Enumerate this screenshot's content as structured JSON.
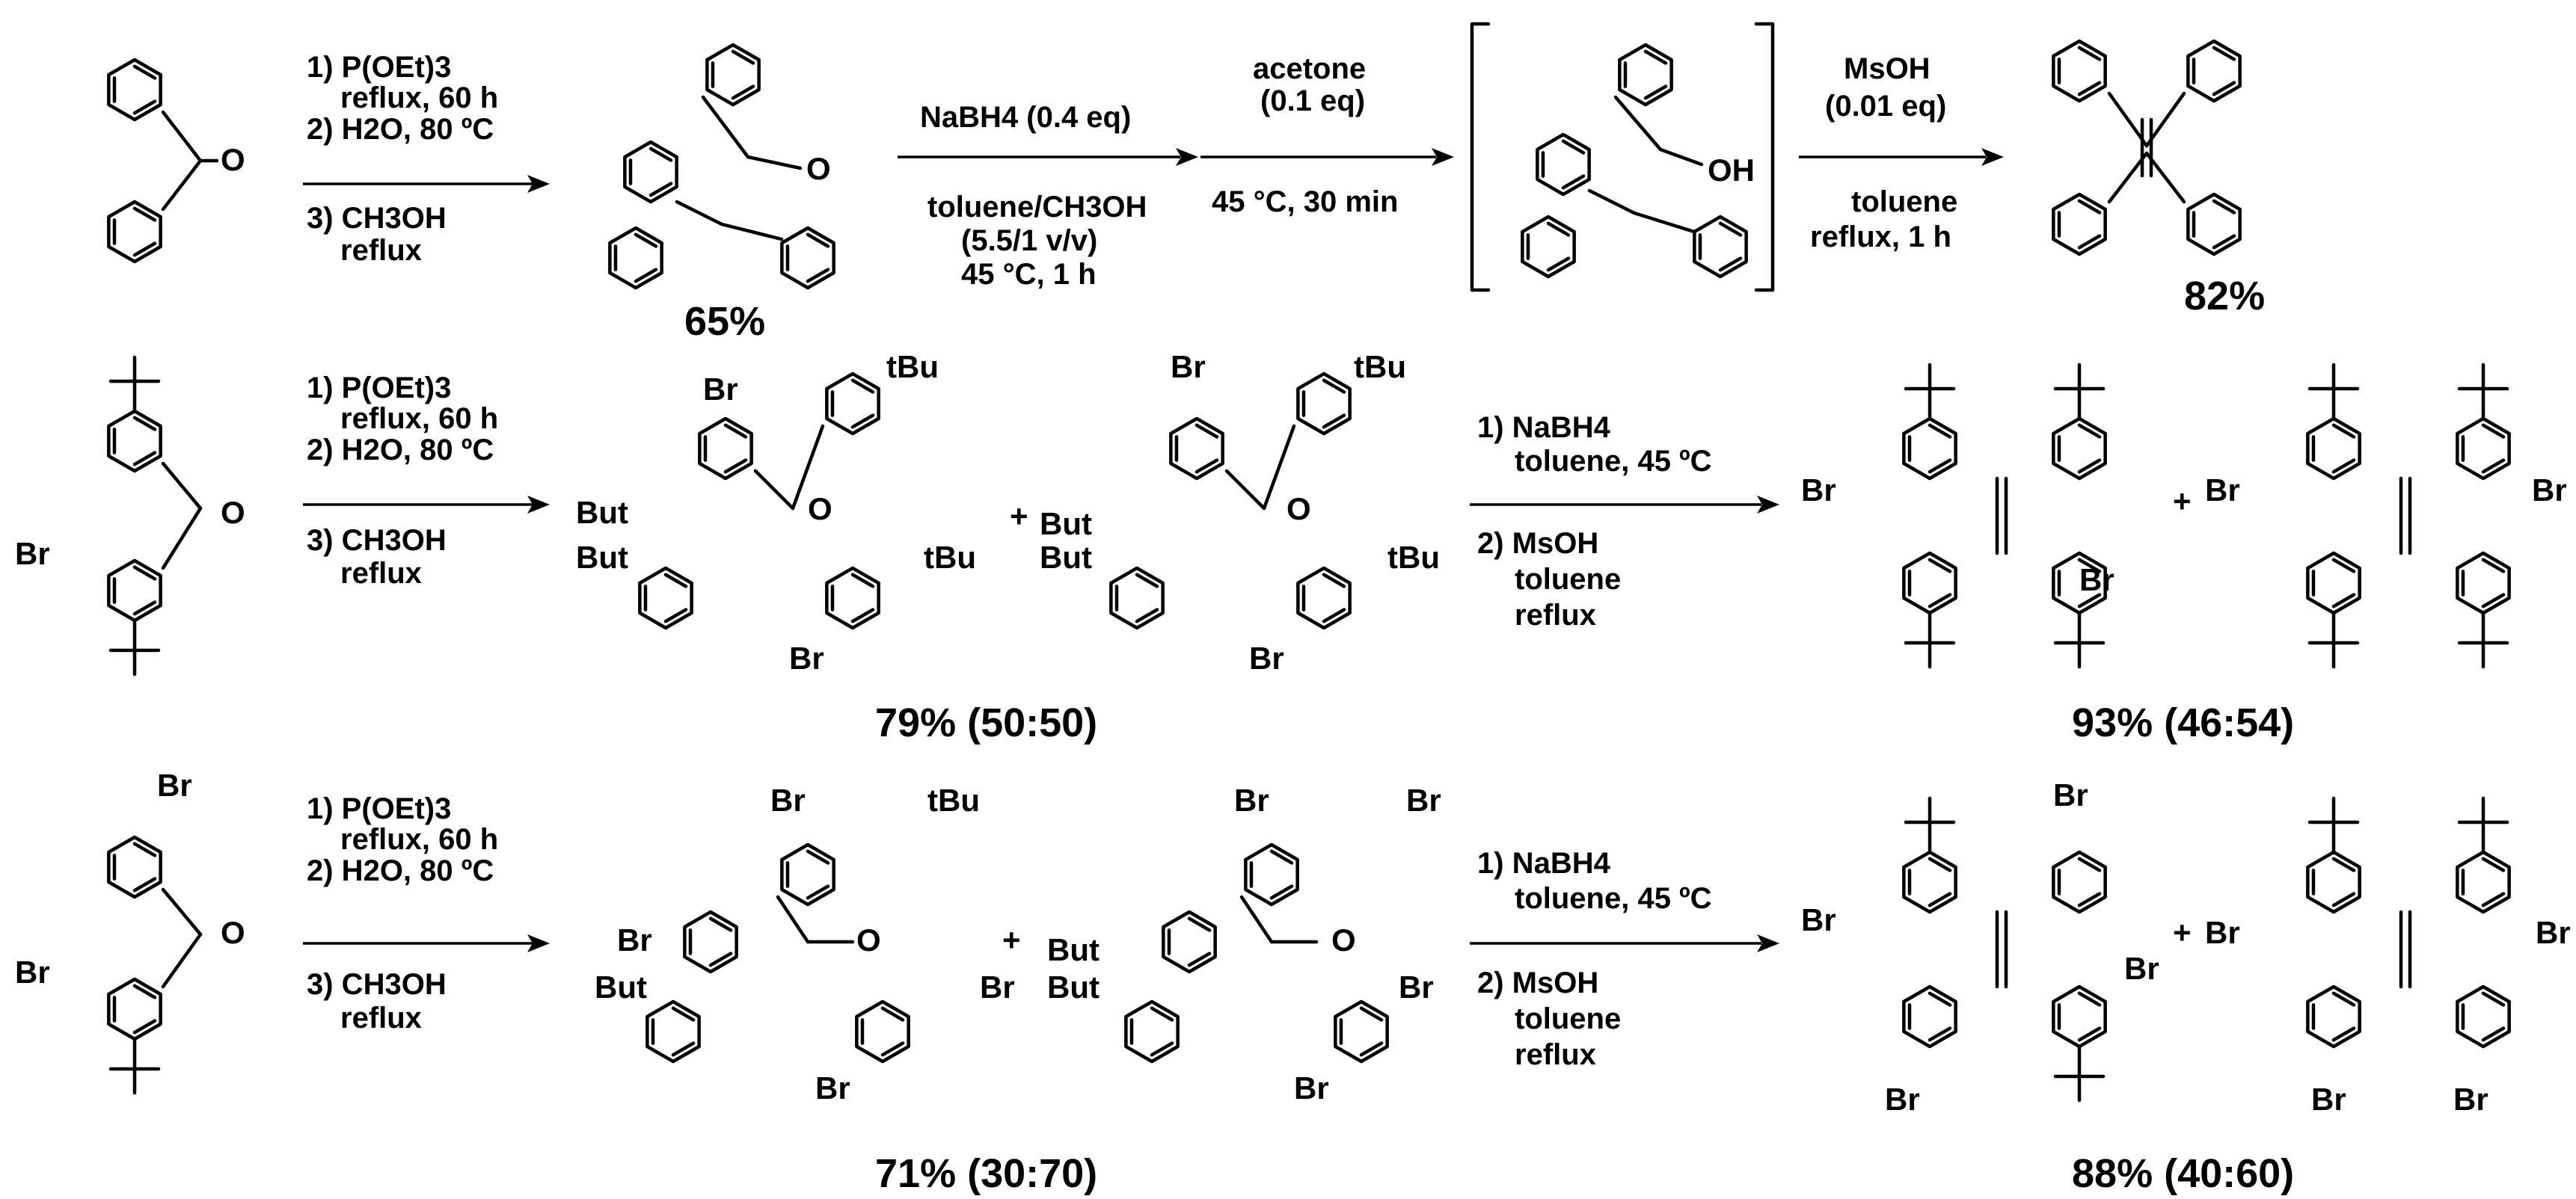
{
  "reactions": [
    {
      "step1": [
        "1) P(OEt)3",
        "reflux, 60 h",
        "2) H2O, 80 ºC",
        "3) CH3OH",
        "reflux"
      ],
      "yield1": "65%",
      "step2_above": "NaBH4 (0.4 eq)",
      "step2_below": [
        "toluene/CH3OH",
        "(5.5/1 v/v)",
        "45 °C, 1 h"
      ],
      "step3_above": [
        "acetone",
        "(0.1 eq)"
      ],
      "step3_below": "45 °C, 30 min",
      "step4_above": [
        "MsOH",
        "(0.01 eq)"
      ],
      "step4_below": [
        "toluene",
        "reflux, 1 h"
      ],
      "yield2": "82%"
    },
    {
      "step1": [
        "1) P(OEt)3",
        "reflux, 60 h",
        "2) H2O, 80 ºC",
        "3) CH3OH",
        "reflux"
      ],
      "yield1": "79% (50:50)",
      "step2": [
        "1) NaBH4",
        "toluene, 45 ºC",
        "2) MsOH",
        "toluene",
        "reflux"
      ],
      "yield2": "93% (46:54)"
    },
    {
      "step1": [
        "1) P(OEt)3",
        "reflux, 60 h",
        "2) H2O, 80 ºC",
        "3) CH3OH",
        "reflux"
      ],
      "yield1": "71% (30:70)",
      "step2": [
        "1) NaBH4",
        "toluene, 45 ºC",
        "2) MsOH",
        "toluene",
        "reflux"
      ],
      "yield2": "88% (40:60)"
    }
  ],
  "atoms": {
    "O": "O",
    "OH": "OH",
    "Br": "Br",
    "tBu": "tBu",
    "But": "But",
    "plus": "+"
  }
}
